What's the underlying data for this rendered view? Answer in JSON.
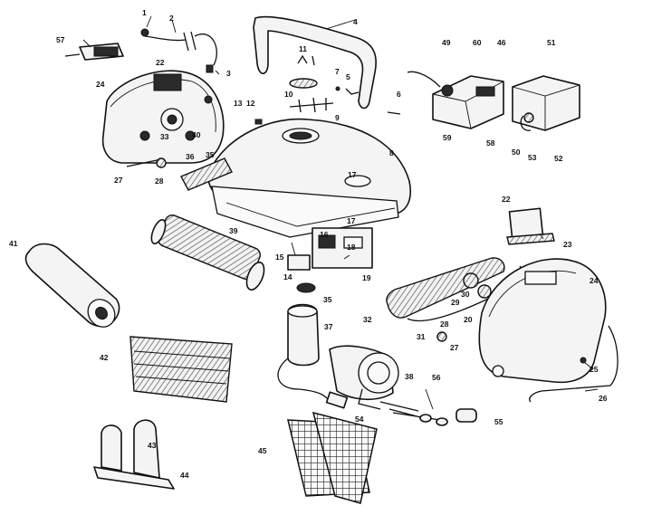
{
  "labels": [
    "1",
    "2",
    "3",
    "4",
    "5",
    "6",
    "7",
    "8",
    "9",
    "10",
    "11",
    "12",
    "13",
    "14",
    "15",
    "16",
    "17",
    "18",
    "19",
    "20",
    "22",
    "23",
    "24",
    "25",
    "26",
    "27",
    "28",
    "29",
    "30",
    "31",
    "32",
    "33",
    "35",
    "36",
    "37",
    "38",
    "39",
    "40",
    "41",
    "42",
    "43",
    "44",
    "45",
    "46",
    "49",
    "50",
    "51",
    "52",
    "53",
    "54",
    "55",
    "56",
    "57",
    "58",
    "59",
    "60"
  ]
}
